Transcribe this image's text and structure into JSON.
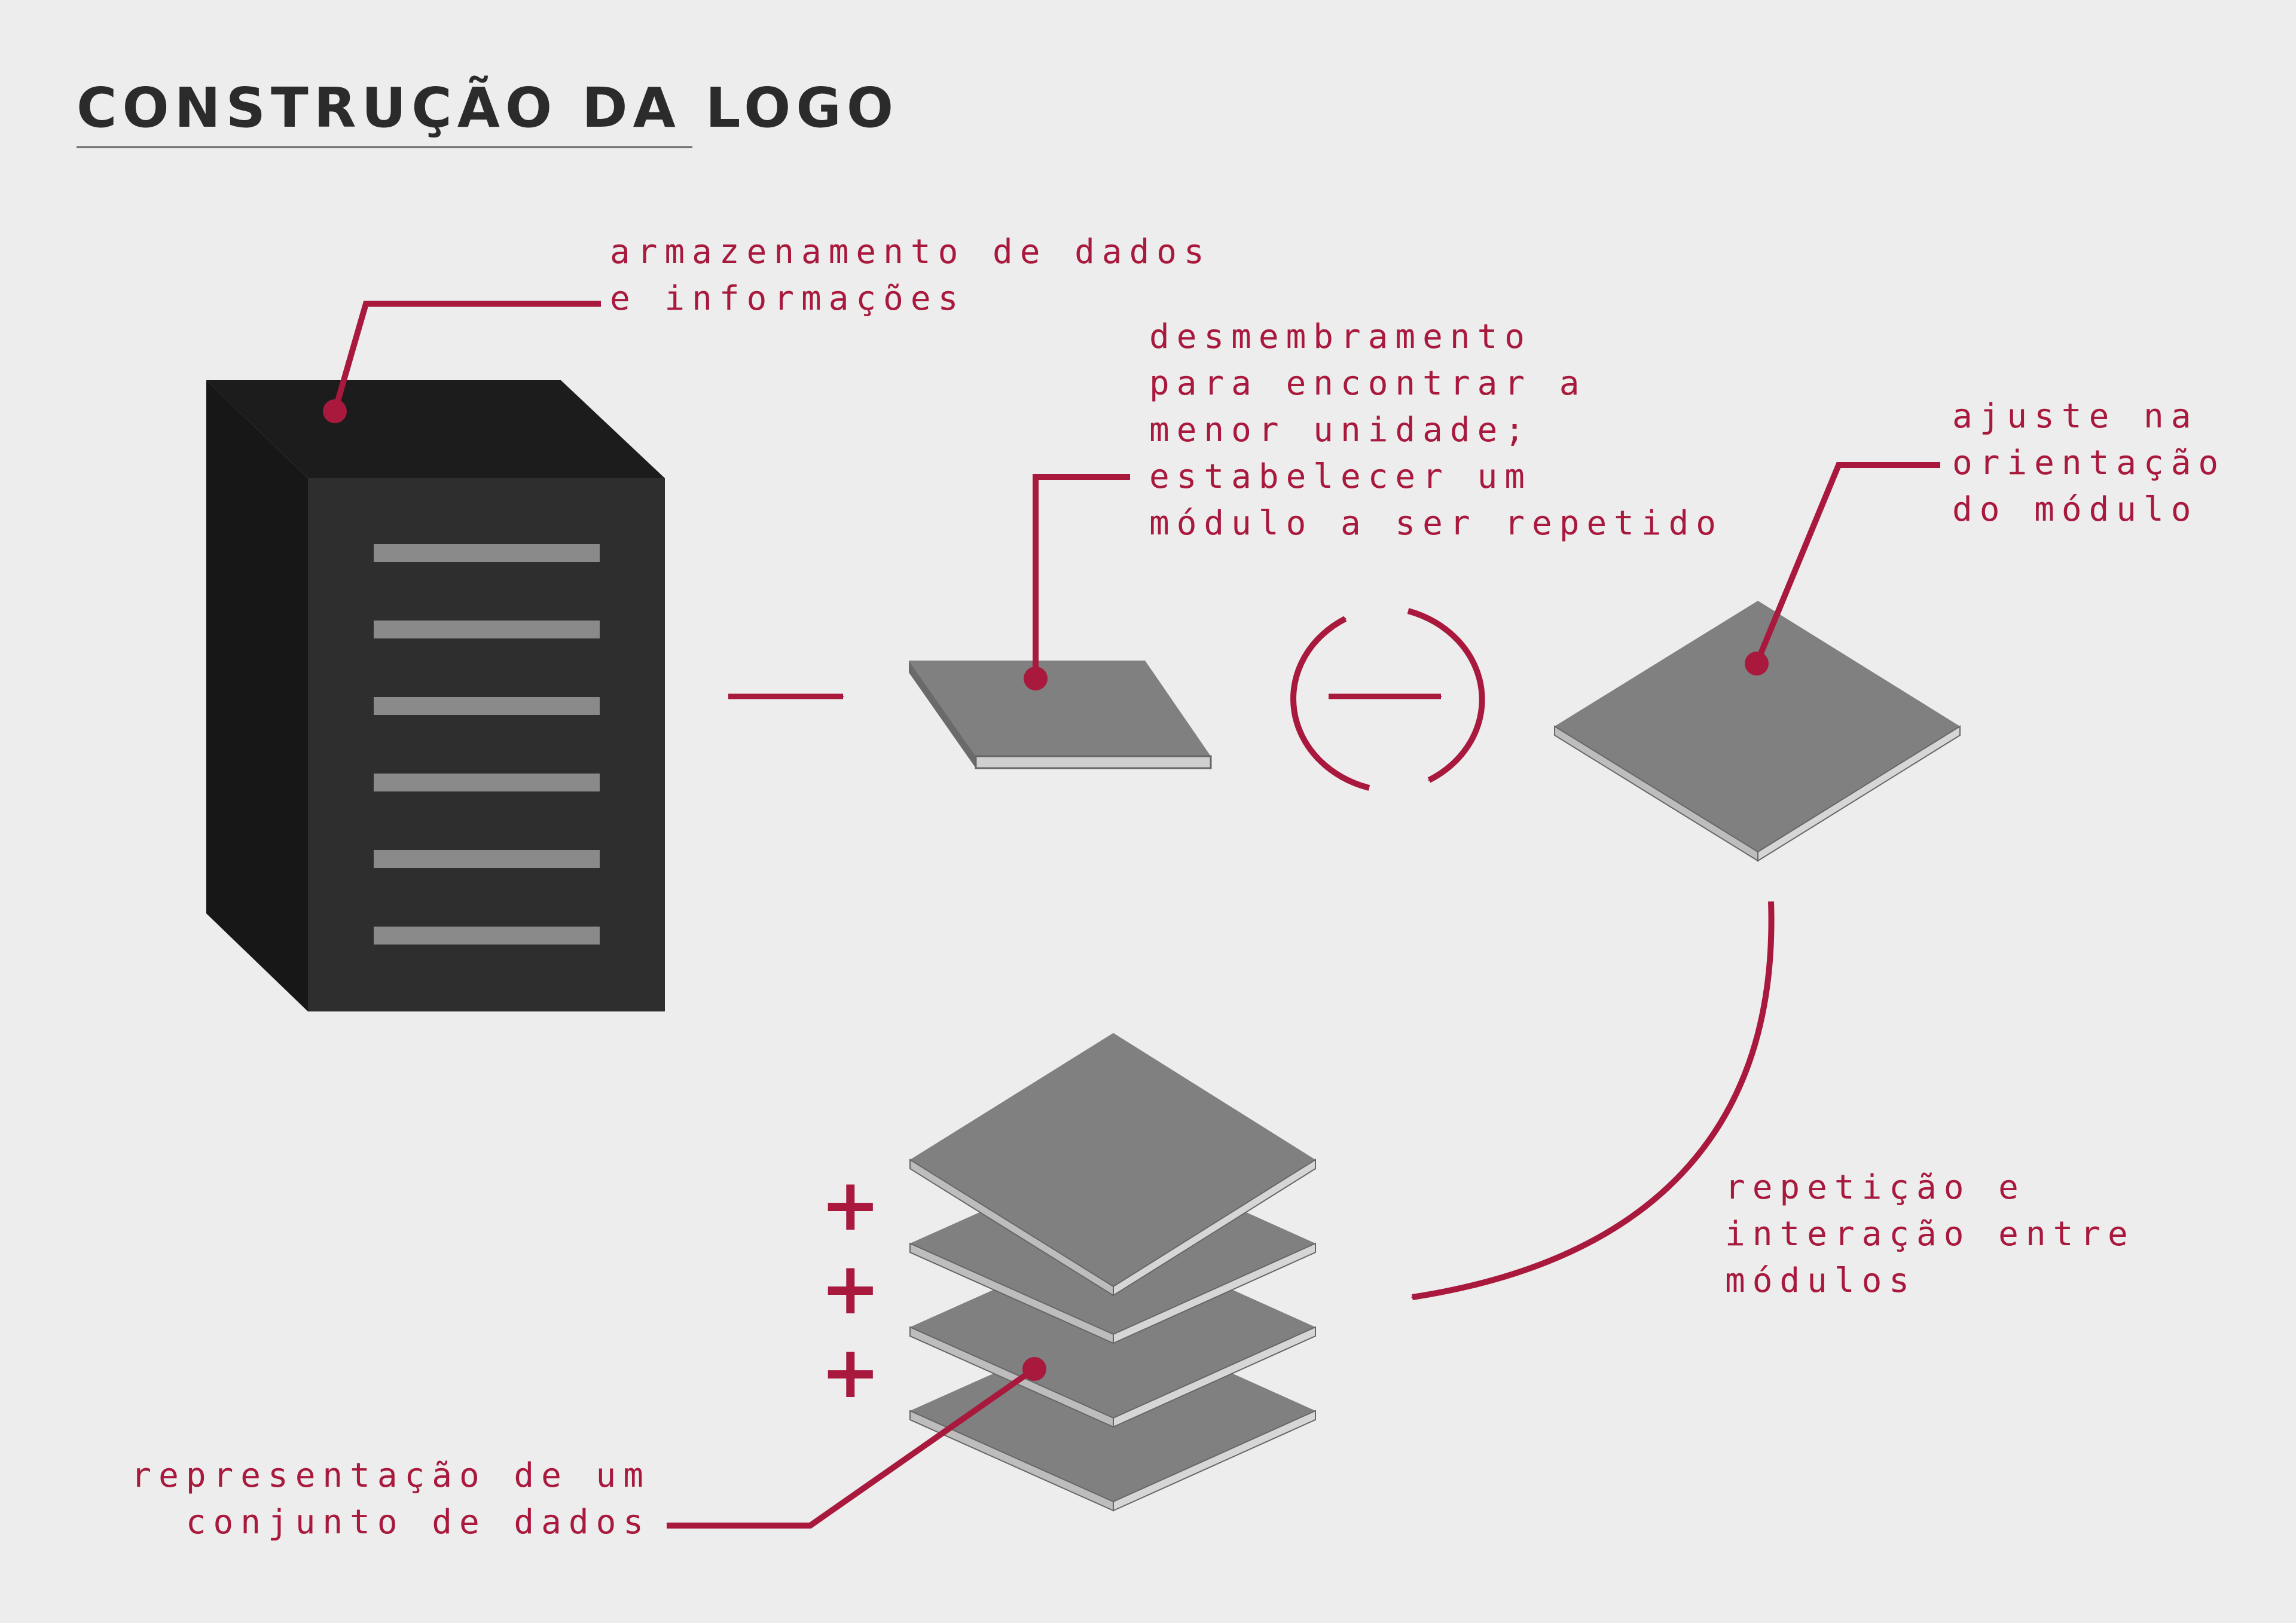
{
  "title": "CONSTRUÇÃO DA LOGO",
  "labels": {
    "storage": [
      "armazenamento de dados",
      "e informações"
    ],
    "breakdown": [
      "desmembramento",
      "para encontrar a",
      "menor unidade;",
      "estabelecer um",
      "módulo a ser repetido"
    ],
    "orientation": [
      "ajuste na",
      "orientação",
      "do módulo"
    ],
    "repetition": [
      "repetição e",
      "interação entre",
      "módulos"
    ],
    "representation": [
      "representação de um",
      "conjunto de dados"
    ]
  },
  "plus_signs": [
    "+",
    "+",
    "+"
  ],
  "colors": {
    "background": "#ededed",
    "accent": "#a8193d",
    "title": "#2b2b2b",
    "server_front": "#2e2e2e",
    "server_side": "#171717",
    "server_slots": "#8a8a8a",
    "module_top": "#808080",
    "module_edge": "#cfcfcf"
  },
  "icons": [
    "server-icon",
    "arrow-right-icon",
    "flat-module-icon",
    "rotate-arrows-icon",
    "rotated-module-icon",
    "curved-arrow-icon",
    "stacked-modules-icon"
  ]
}
